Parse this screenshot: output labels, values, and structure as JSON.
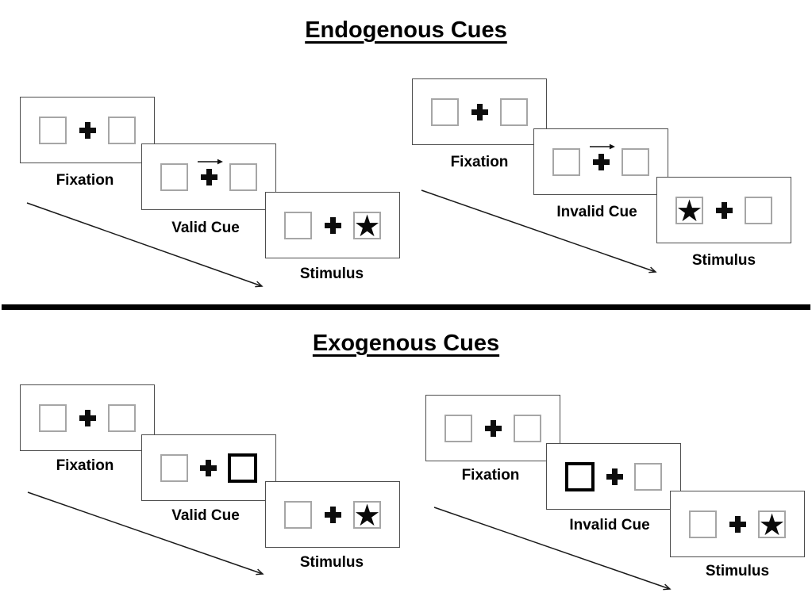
{
  "glyphs": {
    "star": "★"
  },
  "colors": {
    "ink": "#000000",
    "panel_border": "#4d4d4d",
    "box_border": "#a6a6a6"
  },
  "sections": [
    {
      "title": "Endogenous Cues",
      "sequences": [
        {
          "condition": "valid",
          "fixation_label": "Fixation",
          "cue_label": "Valid Cue",
          "stimulus_label": "Stimulus",
          "cue_type": "central-arrow-right",
          "stimulus_star_side": "right"
        },
        {
          "condition": "invalid",
          "fixation_label": "Fixation",
          "cue_label": "Invalid Cue",
          "stimulus_label": "Stimulus",
          "cue_type": "central-arrow-right",
          "stimulus_star_side": "left"
        }
      ]
    },
    {
      "title": "Exogenous Cues",
      "sequences": [
        {
          "condition": "valid",
          "fixation_label": "Fixation",
          "cue_label": "Valid Cue",
          "stimulus_label": "Stimulus",
          "cue_type": "peripheral-box-right",
          "stimulus_star_side": "right"
        },
        {
          "condition": "invalid",
          "fixation_label": "Fixation",
          "cue_label": "Invalid Cue",
          "stimulus_label": "Stimulus",
          "cue_type": "peripheral-box-left",
          "stimulus_star_side": "right"
        }
      ]
    }
  ]
}
